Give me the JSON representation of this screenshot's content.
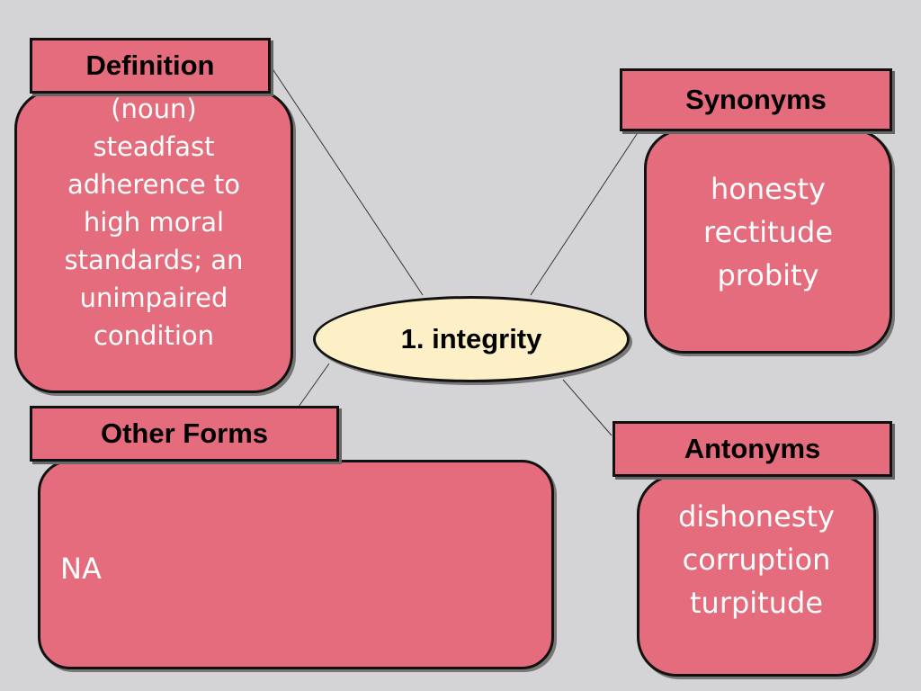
{
  "center": {
    "title": "1. integrity"
  },
  "definition": {
    "label": "Definition",
    "lines": [
      "(noun)",
      "steadfast",
      "adherence to",
      "high moral",
      "standards; an",
      "unimpaired",
      "condition"
    ]
  },
  "synonyms": {
    "label": "Synonyms",
    "lines": [
      "honesty",
      "rectitude",
      "probity"
    ]
  },
  "other_forms": {
    "label": "Other Forms",
    "text": "NA"
  },
  "antonyms": {
    "label": "Antonyms",
    "lines": [
      "dishonesty",
      "corruption",
      "turpitude"
    ]
  },
  "colors": {
    "background": "#d4d4d7",
    "box_fill": "#e46c7c",
    "center_fill": "#fdf0c7",
    "border": "#111111",
    "body_text": "#ffffff"
  }
}
